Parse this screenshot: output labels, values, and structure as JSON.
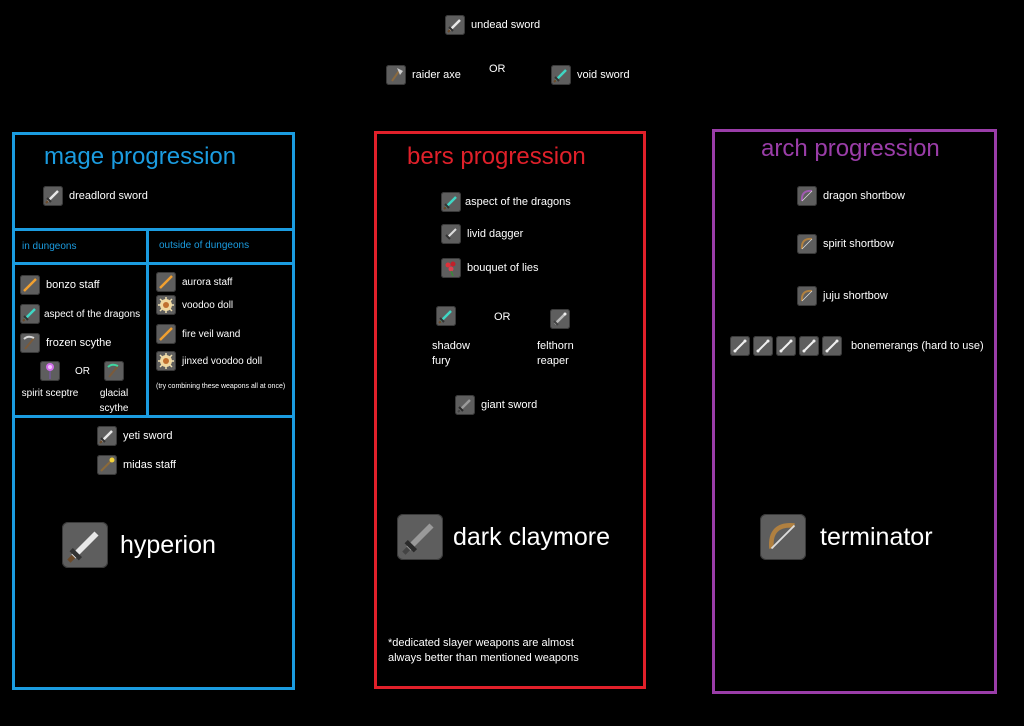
{
  "top": {
    "undead_sword": "undead sword",
    "raider_axe": "raider axe",
    "or": "OR",
    "void_sword": "void sword"
  },
  "mage": {
    "title": "mage progression",
    "dreadlord": "dreadlord sword",
    "in_dungeons": "in dungeons",
    "outside_dungeons": "outside of dungeons",
    "in_items": [
      "bonzo staff",
      "aspect of the dragons",
      "frozen scythe"
    ],
    "spirit_sceptre": "spirit sceptre",
    "or": "OR",
    "glacial_scythe": "glacial scythe",
    "out_items": [
      "aurora staff",
      "voodoo doll",
      "fire veil wand",
      "jinxed voodoo doll"
    ],
    "combine_note": "(try combining these weapons all at once)",
    "yeti": "yeti sword",
    "midas": "midas staff",
    "final": "hyperion"
  },
  "bers": {
    "title": "bers progression",
    "items": [
      "aspect of the dragons",
      "livid dagger",
      "bouquet of lies"
    ],
    "shadow_fury_1": "shadow",
    "shadow_fury_2": "fury",
    "or": "OR",
    "felthorn_1": "felthorn",
    "felthorn_2": "reaper",
    "giant": "giant sword",
    "final": "dark claymore",
    "note_1": "*dedicated slayer weapons are almost",
    "note_2": "always better than mentioned weapons"
  },
  "arch": {
    "title": "arch progression",
    "items": [
      "dragon shortbow",
      "spirit shortbow",
      "juju shortbow"
    ],
    "bonemerangs": "bonemerangs (hard to use)",
    "final": "terminator"
  },
  "colors": {
    "mage": "#1b9ce0",
    "bers": "#e0202a",
    "arch": "#9a3da8"
  }
}
